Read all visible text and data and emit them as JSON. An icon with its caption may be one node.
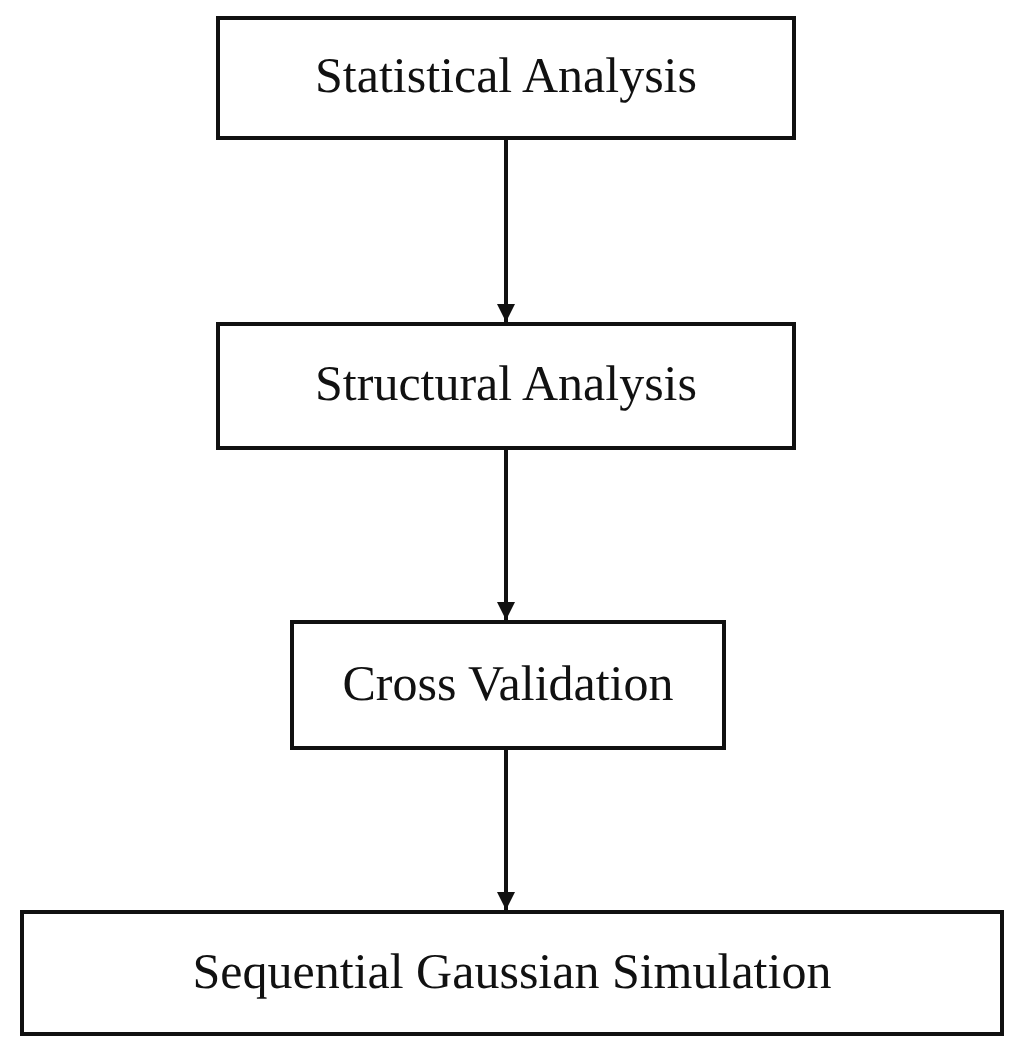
{
  "diagram": {
    "nodes": [
      {
        "text": [
          "Statistical Analysis"
        ]
      },
      {
        "text": [
          "Structural Analysis"
        ]
      },
      {
        "text": [
          "Cross Validation"
        ]
      },
      {
        "text": [
          "Sequential Gaussian Simulation"
        ]
      }
    ],
    "edges": [
      {
        "from": 0,
        "to": 1,
        "arrow": "to"
      },
      {
        "from": 1,
        "to": 2,
        "arrow": "to"
      },
      {
        "from": 2,
        "to": 3,
        "arrow": "to"
      }
    ]
  }
}
